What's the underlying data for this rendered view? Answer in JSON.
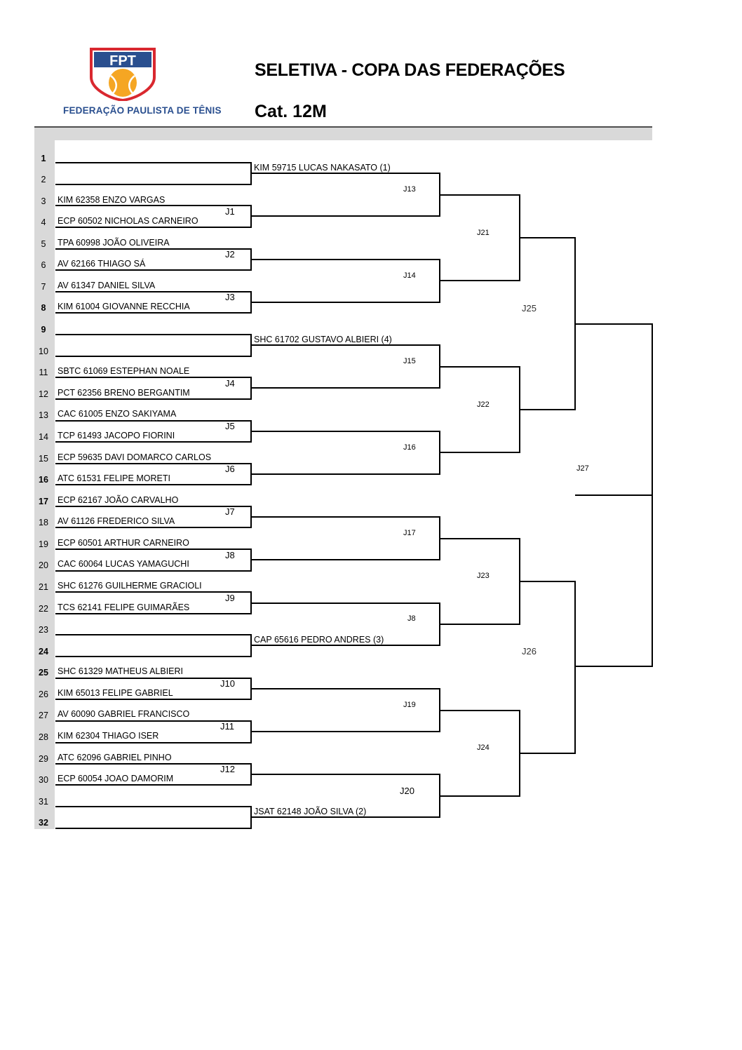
{
  "header": {
    "title": "SELETIVA - COPA DAS FEDERAÇÕES",
    "category": "Cat. 12M",
    "federation": "FEDERAÇÃO PAULISTA DE TÊNIS",
    "logo_text": "FPT",
    "colors": {
      "shield_red": "#d9282f",
      "navy": "#2a4f8f",
      "ball_orange": "#f5a623"
    }
  },
  "draw": {
    "slots": [
      {
        "n": "1",
        "bold": true,
        "player": ""
      },
      {
        "n": "2",
        "bold": false,
        "player": ""
      },
      {
        "n": "3",
        "bold": false,
        "player": "KIM 62358 ENZO VARGAS"
      },
      {
        "n": "4",
        "bold": false,
        "player": "ECP 60502 NICHOLAS CARNEIRO"
      },
      {
        "n": "5",
        "bold": false,
        "player": "TPA 60998 JOÃO OLIVEIRA"
      },
      {
        "n": "6",
        "bold": false,
        "player": "AV 62166 THIAGO SÁ"
      },
      {
        "n": "7",
        "bold": false,
        "player": "AV 61347 DANIEL SILVA"
      },
      {
        "n": "8",
        "bold": true,
        "player": "KIM 61004 GIOVANNE RECCHIA"
      },
      {
        "n": "9",
        "bold": true,
        "player": ""
      },
      {
        "n": "10",
        "bold": false,
        "player": ""
      },
      {
        "n": "11",
        "bold": false,
        "player": "SBTC 61069 ESTEPHAN NOALE"
      },
      {
        "n": "12",
        "bold": false,
        "player": "PCT 62356 BRENO BERGANTIM"
      },
      {
        "n": "13",
        "bold": false,
        "player": "CAC 61005 ENZO SAKIYAMA"
      },
      {
        "n": "14",
        "bold": false,
        "player": "TCP 61493 JACOPO FIORINI"
      },
      {
        "n": "15",
        "bold": false,
        "player": "ECP 59635 DAVI DOMARCO CARLOS"
      },
      {
        "n": "16",
        "bold": true,
        "player": "ATC 61531 FELIPE MORETI"
      },
      {
        "n": "17",
        "bold": true,
        "player": "ECP 62167 JOÃO CARVALHO"
      },
      {
        "n": "18",
        "bold": false,
        "player": "AV 61126 FREDERICO SILVA"
      },
      {
        "n": "19",
        "bold": false,
        "player": "ECP 60501 ARTHUR CARNEIRO"
      },
      {
        "n": "20",
        "bold": false,
        "player": "CAC 60064 LUCAS YAMAGUCHI"
      },
      {
        "n": "21",
        "bold": false,
        "player": "SHC 61276 GUILHERME GRACIOLI"
      },
      {
        "n": "22",
        "bold": false,
        "player": "TCS 62141 FELIPE GUIMARÃES"
      },
      {
        "n": "23",
        "bold": false,
        "player": ""
      },
      {
        "n": "24",
        "bold": true,
        "player": ""
      },
      {
        "n": "25",
        "bold": true,
        "player": "SHC 61329 MATHEUS ALBIERI"
      },
      {
        "n": "26",
        "bold": false,
        "player": "KIM 65013 FELIPE GABRIEL"
      },
      {
        "n": "27",
        "bold": false,
        "player": "AV 60090 GABRIEL FRANCISCO"
      },
      {
        "n": "28",
        "bold": false,
        "player": "KIM 62304 THIAGO ISER"
      },
      {
        "n": "29",
        "bold": false,
        "player": "ATC 62096 GABRIEL PINHO"
      },
      {
        "n": "30",
        "bold": false,
        "player": "ECP 60054 JOAO DAMORIM"
      },
      {
        "n": "31",
        "bold": false,
        "player": ""
      },
      {
        "n": "32",
        "bold": true,
        "player": ""
      }
    ],
    "seeds": [
      "KIM 59715 LUCAS NAKASATO (1)",
      "SHC 61702 GUSTAVO ALBIERI (4)",
      "CAP 65616 PEDRO ANDRES (3)",
      "JSAT 62148 JOÃO SILVA (2)"
    ],
    "round1_matches": [
      "J1",
      "J2",
      "J3",
      "J4",
      "J5",
      "J6",
      "J7",
      "J8",
      "J9",
      "J10",
      "J11",
      "J12"
    ],
    "round2_matches": [
      "J13",
      "J14",
      "J15",
      "J16",
      "J17",
      "J8",
      "J19",
      "J20"
    ],
    "round3_matches": [
      "J21",
      "J22",
      "J23",
      "J24"
    ],
    "semifinal_matches": [
      "J25",
      "J26"
    ],
    "final_match": "J27"
  }
}
